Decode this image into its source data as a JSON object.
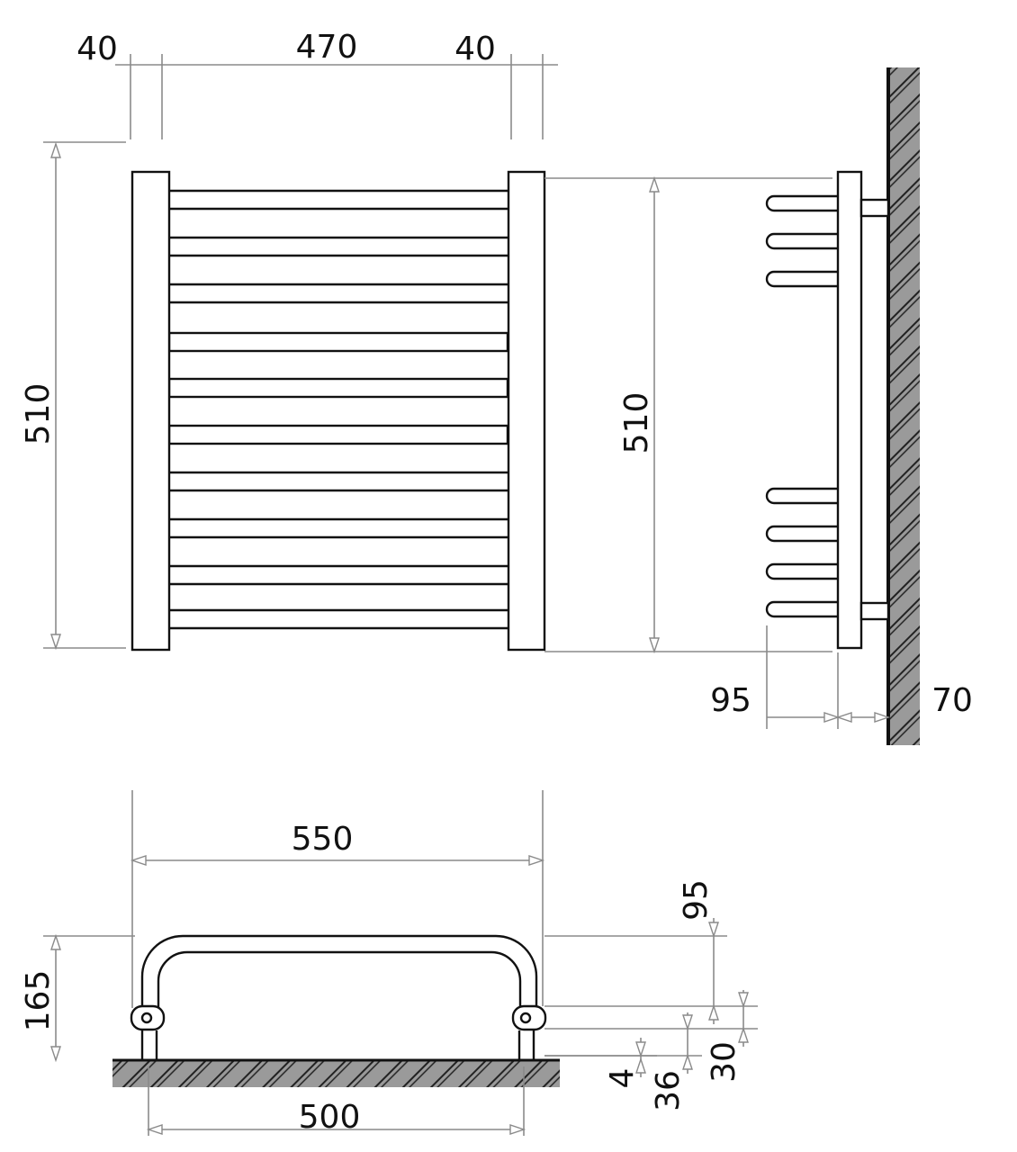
{
  "title": "Towel radiator dimension drawing",
  "colors": {
    "line": "#111111",
    "dimension": "#8a8a8a",
    "wall": "#9a9a9a"
  },
  "front_view": {
    "left_margin": "40",
    "center_width": "470",
    "right_margin": "40",
    "height": "510"
  },
  "side_view": {
    "height": "510",
    "depth": "95",
    "wall_offset": "70"
  },
  "top_view": {
    "overall_width": "550",
    "mount_width": "500",
    "overall_depth": "165",
    "bend": "95",
    "offset_30": "30",
    "offset_36": "36",
    "offset_4": "4"
  }
}
